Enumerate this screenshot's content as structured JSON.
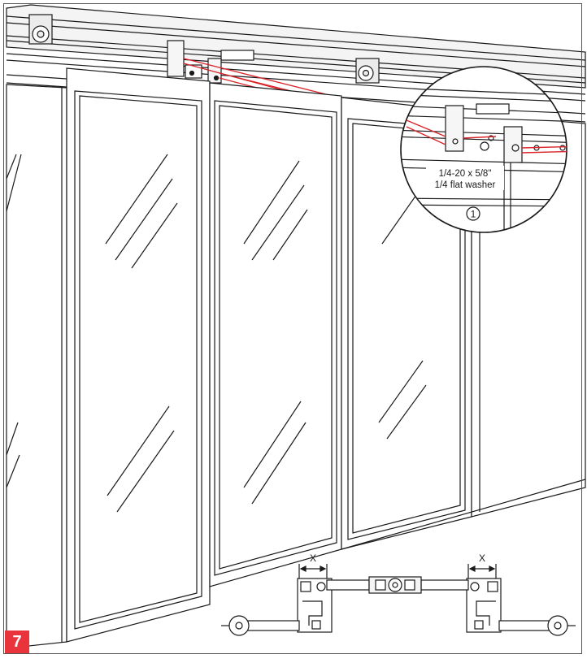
{
  "step": {
    "number": "7",
    "color": "#e8343a"
  },
  "callout": {
    "line1": "1/4-20 x 5/8\"",
    "line2": "1/4 flat washer",
    "marker": "1"
  },
  "clearance": {
    "left_label": "X",
    "right_label": "X"
  },
  "colors": {
    "line": "#1a1a1a",
    "cable": "#d9252b",
    "panel": "#ffffff"
  }
}
